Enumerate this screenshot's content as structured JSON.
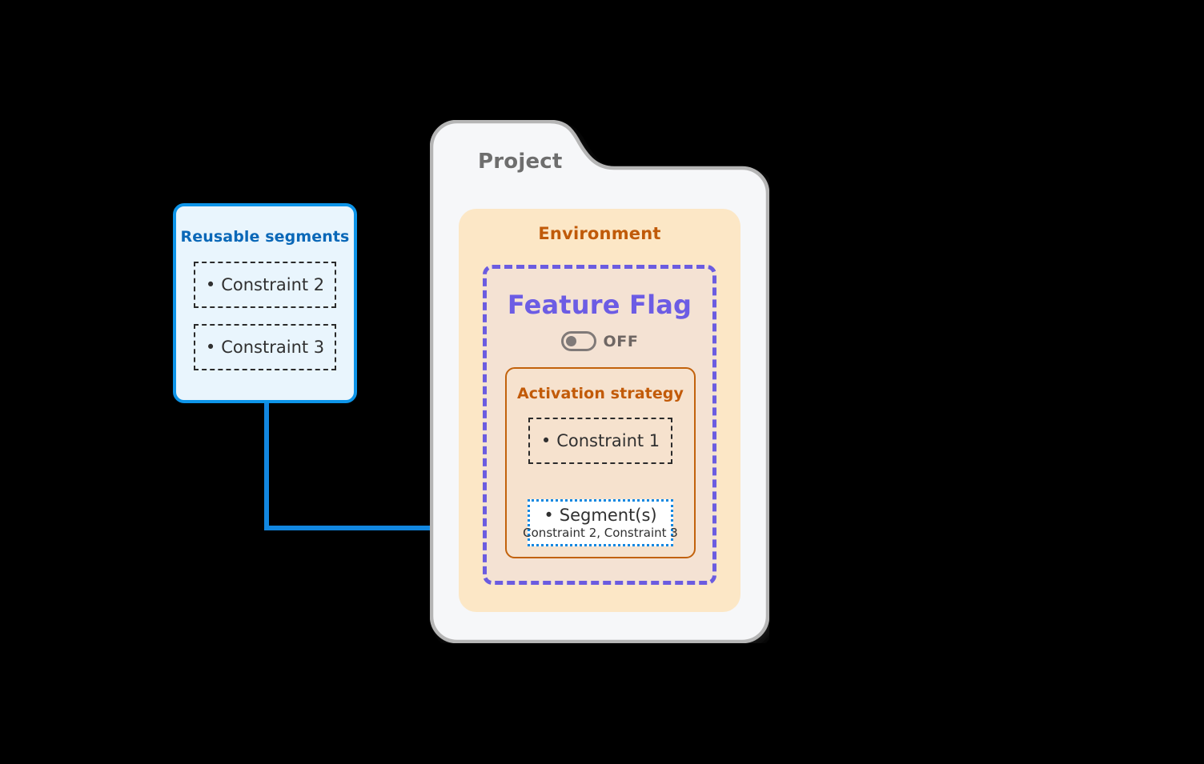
{
  "diagram": {
    "title_hidden": "",
    "project": {
      "label": "Project",
      "title_color": "#6E6E6E",
      "background": "#F6F7F9",
      "border_color": "#B5B5B5"
    },
    "environment": {
      "label": "Environment",
      "title_color": "#C05A09",
      "background": "#FCE7C6"
    },
    "feature_flag": {
      "label": "Feature Flag",
      "title_color": "#6C5CE4",
      "border_color": "#6B5CE0",
      "background": "#F4E2D3",
      "toggle": {
        "state_label": "OFF",
        "state_on": false,
        "icon": "toggle-off-icon",
        "color": "#807A78"
      }
    },
    "activation_strategy": {
      "label": "Activation strategy",
      "title_color": "#C25A08",
      "border_color": "#C2620C",
      "background": "#F6E2CE",
      "constraints": [
        {
          "bullet": "•",
          "label": "Constraint 1"
        }
      ],
      "segments_box": {
        "bullet": "•",
        "label": "Segment(s)",
        "sublabel": "Constraint 2, Constraint 3",
        "border_color": "#1287E0",
        "background": "#FFFFFF"
      }
    },
    "reusable_segments": {
      "label": "Reusable segments",
      "title_color": "#0A68B8",
      "border_color": "#0D94E8",
      "background": "#E9F5FD",
      "items": [
        {
          "bullet": "•",
          "label": "Constraint 2"
        },
        {
          "bullet": "•",
          "label": "Constraint 3"
        }
      ]
    },
    "connector": {
      "name": "segments-link-arrow",
      "color": "#1287E0",
      "arrowhead": "chevron-right-arrowhead"
    }
  }
}
